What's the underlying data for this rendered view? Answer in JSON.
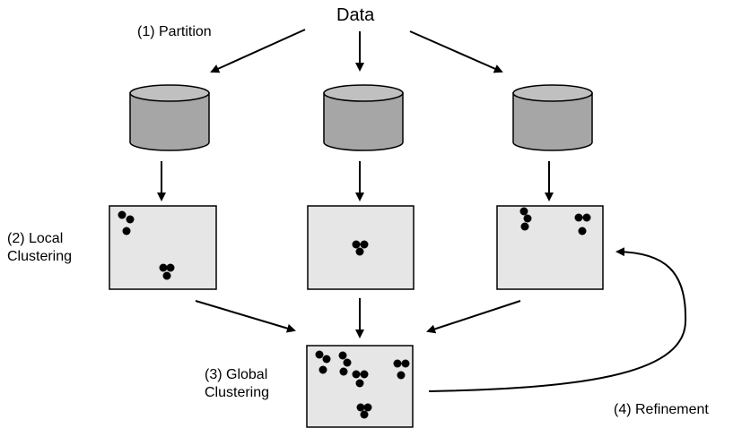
{
  "title": "Data",
  "steps": {
    "partition": "(1) Partition",
    "local": {
      "line1": "(2) Local",
      "line2": "Clustering"
    },
    "global": {
      "line1": "(3) Global",
      "line2": "Clustering"
    },
    "refinement": "(4) Refinement"
  },
  "colors": {
    "cylinder_body": "#a6a6a6",
    "cylinder_top": "#c0c0c0",
    "box_fill": "#e6e6e6",
    "stroke": "#000000",
    "point": "#000000"
  },
  "partitions": [
    {
      "id": "left"
    },
    {
      "id": "center"
    },
    {
      "id": "right"
    }
  ]
}
